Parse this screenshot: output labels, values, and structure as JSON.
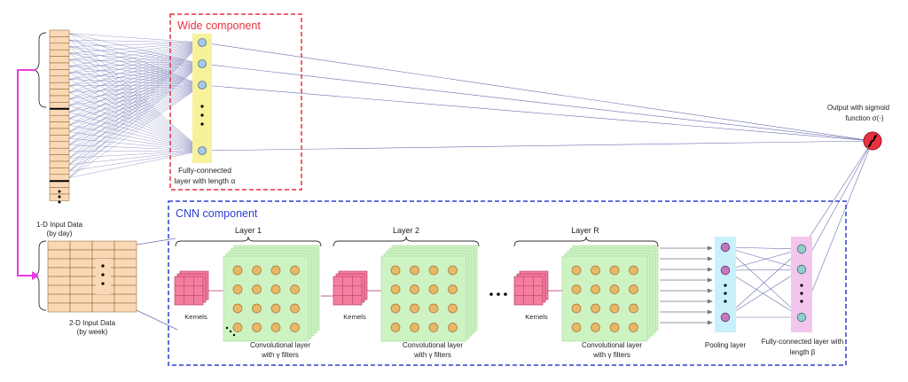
{
  "wide": {
    "title": "Wide component",
    "fc_label_1": "Fully-connected",
    "fc_label_2": "layer with length α"
  },
  "cnn": {
    "title": "CNN component",
    "layers": [
      {
        "label": "Layer 1"
      },
      {
        "label": "Layer 2"
      },
      {
        "label": "Layer R"
      }
    ],
    "kernels_label": "Kernels",
    "conv_label_1": "Convolutional layer",
    "conv_label_2": "with γ filters",
    "pooling_label": "Pooling layer",
    "fc_label_1": "Fully-connected layer with",
    "fc_label_2": "length β"
  },
  "input": {
    "one_d_1": "1-D Input Data",
    "one_d_2": "(by day)",
    "two_d_1": "2-D Input Data",
    "two_d_2": "(by week)"
  },
  "output": {
    "label_1": "Output with sigmoid",
    "label_2": "function σ(·)"
  },
  "colors": {
    "wide_border": "#e8313f",
    "cnn_border": "#2f3fd0",
    "input_fill": "#f9d9b5",
    "kernel_fill": "#f47e9e",
    "conv_fill": "#cdf3c3",
    "node_blue": "#a8c8e8",
    "node_orange": "#e8b868",
    "node_purple": "#c078c0",
    "pool_fill": "#c8f1fb",
    "fc_fill": "#f3c6ee",
    "wide_fc_fill": "#f7f29a",
    "arrow_magenta": "#e93be6",
    "line": "#6a6fb0"
  }
}
